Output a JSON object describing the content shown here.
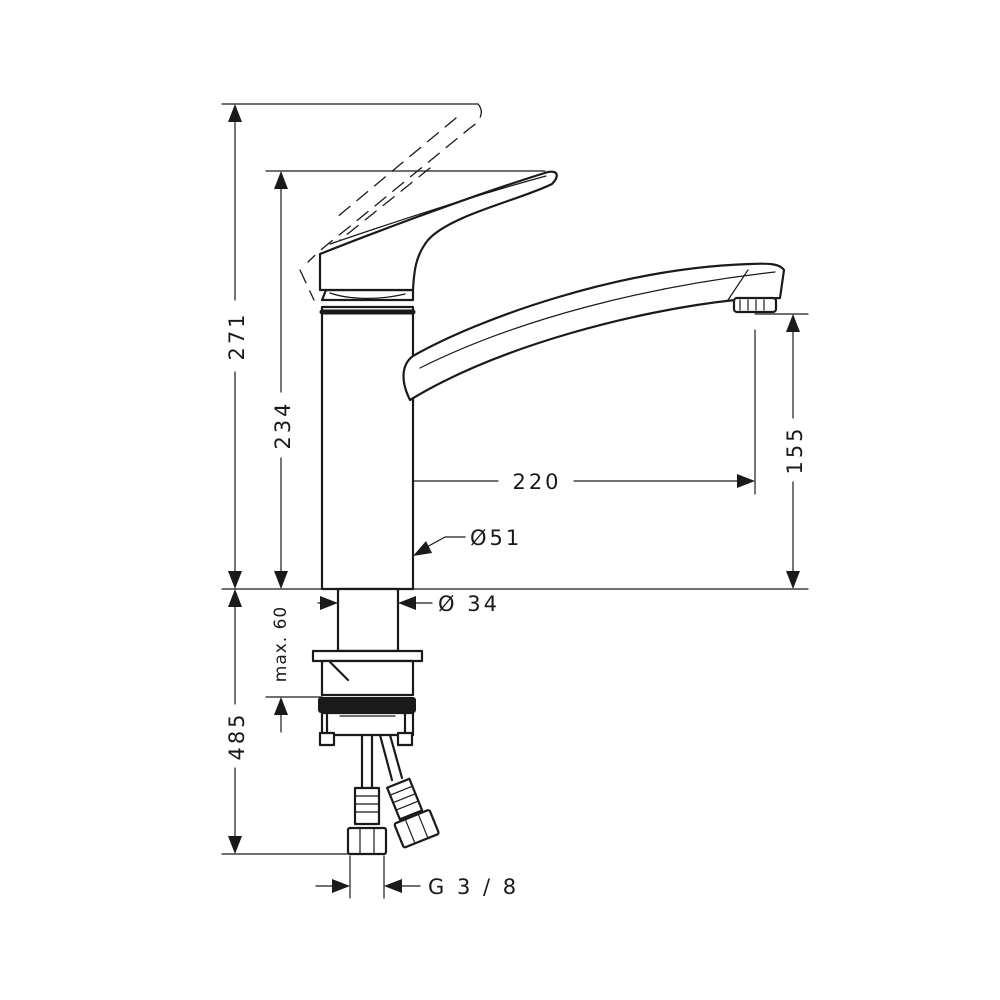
{
  "dimensions": {
    "total_height": "271",
    "lever_height": "234",
    "spout_reach": "220",
    "spout_clearance": "155",
    "body_diameter": "Ø51",
    "shank_diameter": "Ø 34",
    "max_counter_thickness": "max. 60",
    "hose_length": "485",
    "connection_thread": "G 3 / 8"
  }
}
